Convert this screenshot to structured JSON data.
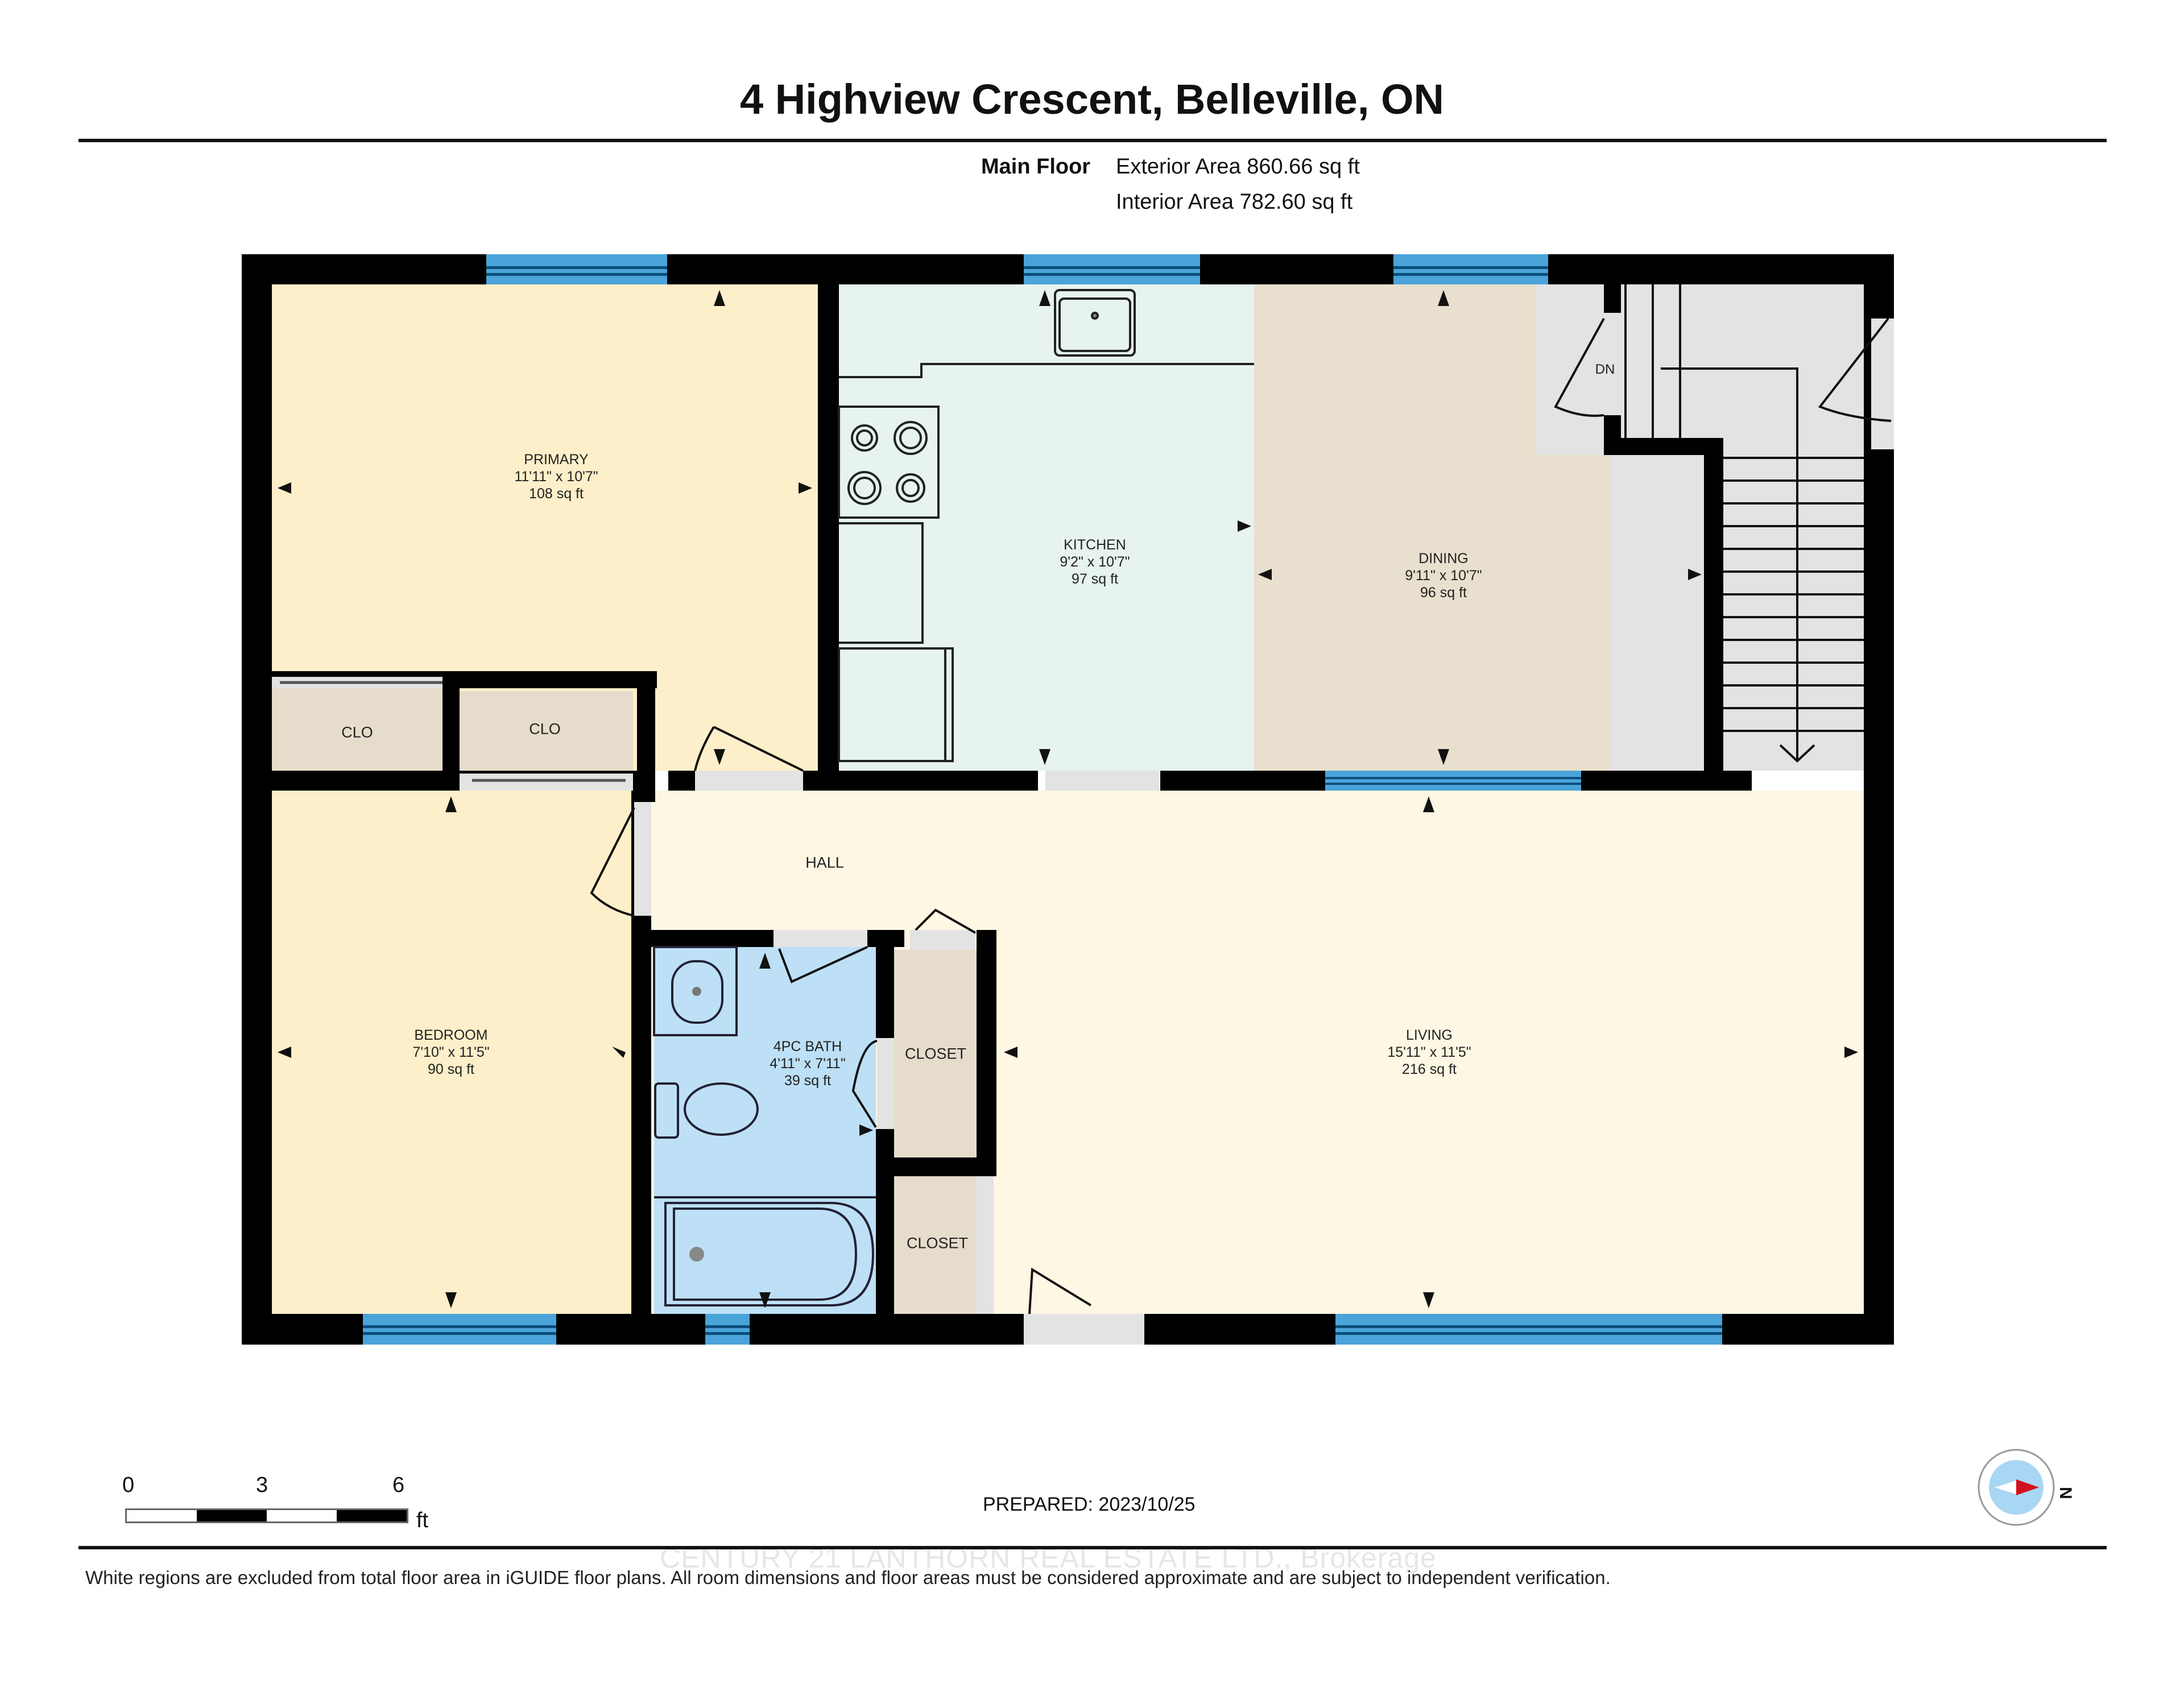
{
  "header": {
    "title": "4 Highview Crescent, Belleville, ON",
    "floor_name": "Main Floor",
    "exterior_area": "Exterior Area 860.66 sq ft",
    "interior_area": "Interior Area 782.60 sq ft"
  },
  "rooms": [
    {
      "name": "PRIMARY",
      "dims": "11'11\" x 10'7\"",
      "area": "108 sq ft",
      "color": "#fdefc9"
    },
    {
      "name": "KITCHEN",
      "dims": "9'2\" x 10'7\"",
      "area": "97 sq ft",
      "color": "#e6f3ee"
    },
    {
      "name": "DINING",
      "dims": "9'11\" x 10'7\"",
      "area": "96 sq ft",
      "color": "#e8dfce"
    },
    {
      "name": "BEDROOM",
      "dims": "7'10\" x 11'5\"",
      "area": "90 sq ft",
      "color": "#fdefc9"
    },
    {
      "name": "4PC BATH",
      "dims": "4'11\" x 7'11\"",
      "area": "39 sq ft",
      "color": "#bde0f7"
    },
    {
      "name": "LIVING",
      "dims": "15'11\" x 11'5\"",
      "area": "216 sq ft",
      "color": "#fef7e3"
    }
  ],
  "minor_labels": {
    "hall": "HALL",
    "clo_1": "CLO",
    "clo_2": "CLO",
    "closet_1": "CLOSET",
    "closet_2": "CLOSET",
    "stairs": "DN"
  },
  "colors": {
    "wall": "#000000",
    "window": "#4aa3d9",
    "closet": "#e6dccb",
    "white_region": "#e3e3e3"
  },
  "scale_bar": {
    "ticks": [
      "0",
      "3",
      "6"
    ],
    "unit": "ft"
  },
  "compass": {
    "label": "N"
  },
  "footer": {
    "prepared": "PREPARED: 2023/10/25",
    "watermark": "CENTURY 21 LANTHORN REAL ESTATE LTD., Brokerage",
    "disclaimer": "White regions are excluded from total floor area in iGUIDE floor plans. All room dimensions and floor areas must be considered approximate and are subject to independent verification."
  }
}
